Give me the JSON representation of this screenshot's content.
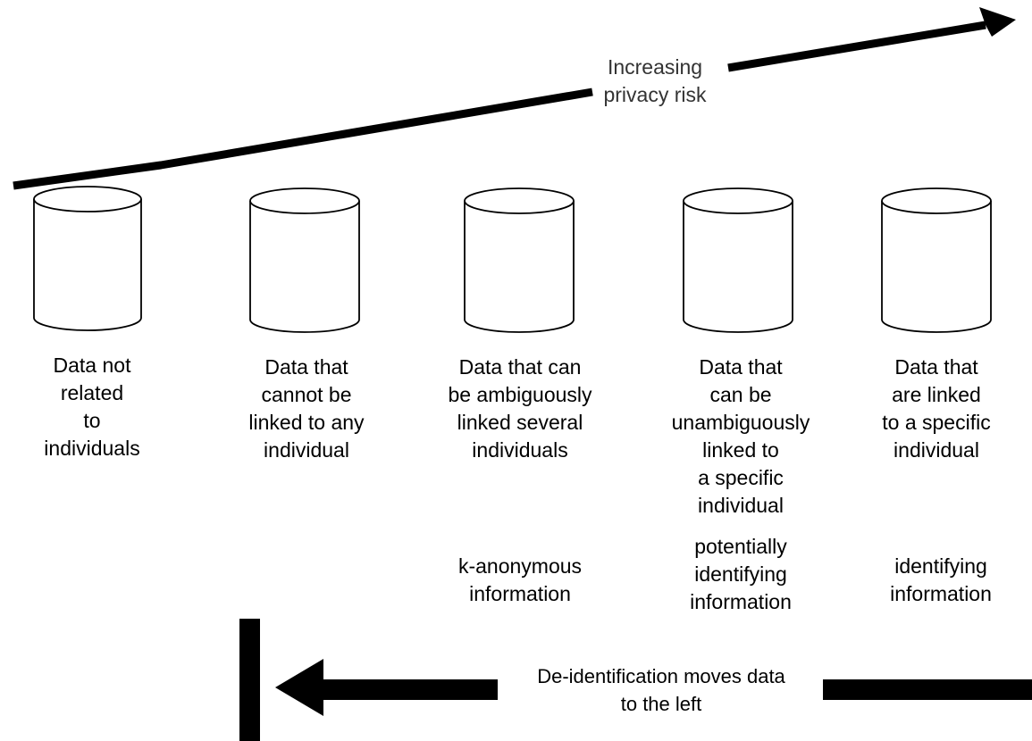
{
  "risk_arrow": {
    "label": "Increasing\nprivacy risk"
  },
  "columns": [
    {
      "description": "Data not\nrelated\nto\nindividuals",
      "category": ""
    },
    {
      "description": "Data that\ncannot be\nlinked to any\nindividual",
      "category": ""
    },
    {
      "description": "Data that can\nbe ambiguously\nlinked several\nindividuals",
      "category": "k-anonymous\ninformation"
    },
    {
      "description": "Data that\ncan be\nunambiguously\nlinked to\na specific\nindividual",
      "category": "potentially\nidentifying\ninformation"
    },
    {
      "description": "Data that\nare linked\nto a specific\nindividual",
      "category": "identifying\ninformation"
    }
  ],
  "deid_arrow": {
    "label": "De-identification moves data\nto the left"
  },
  "colors": {
    "stroke": "#000000",
    "fill": "#ffffff",
    "risk_text": "#333333"
  }
}
